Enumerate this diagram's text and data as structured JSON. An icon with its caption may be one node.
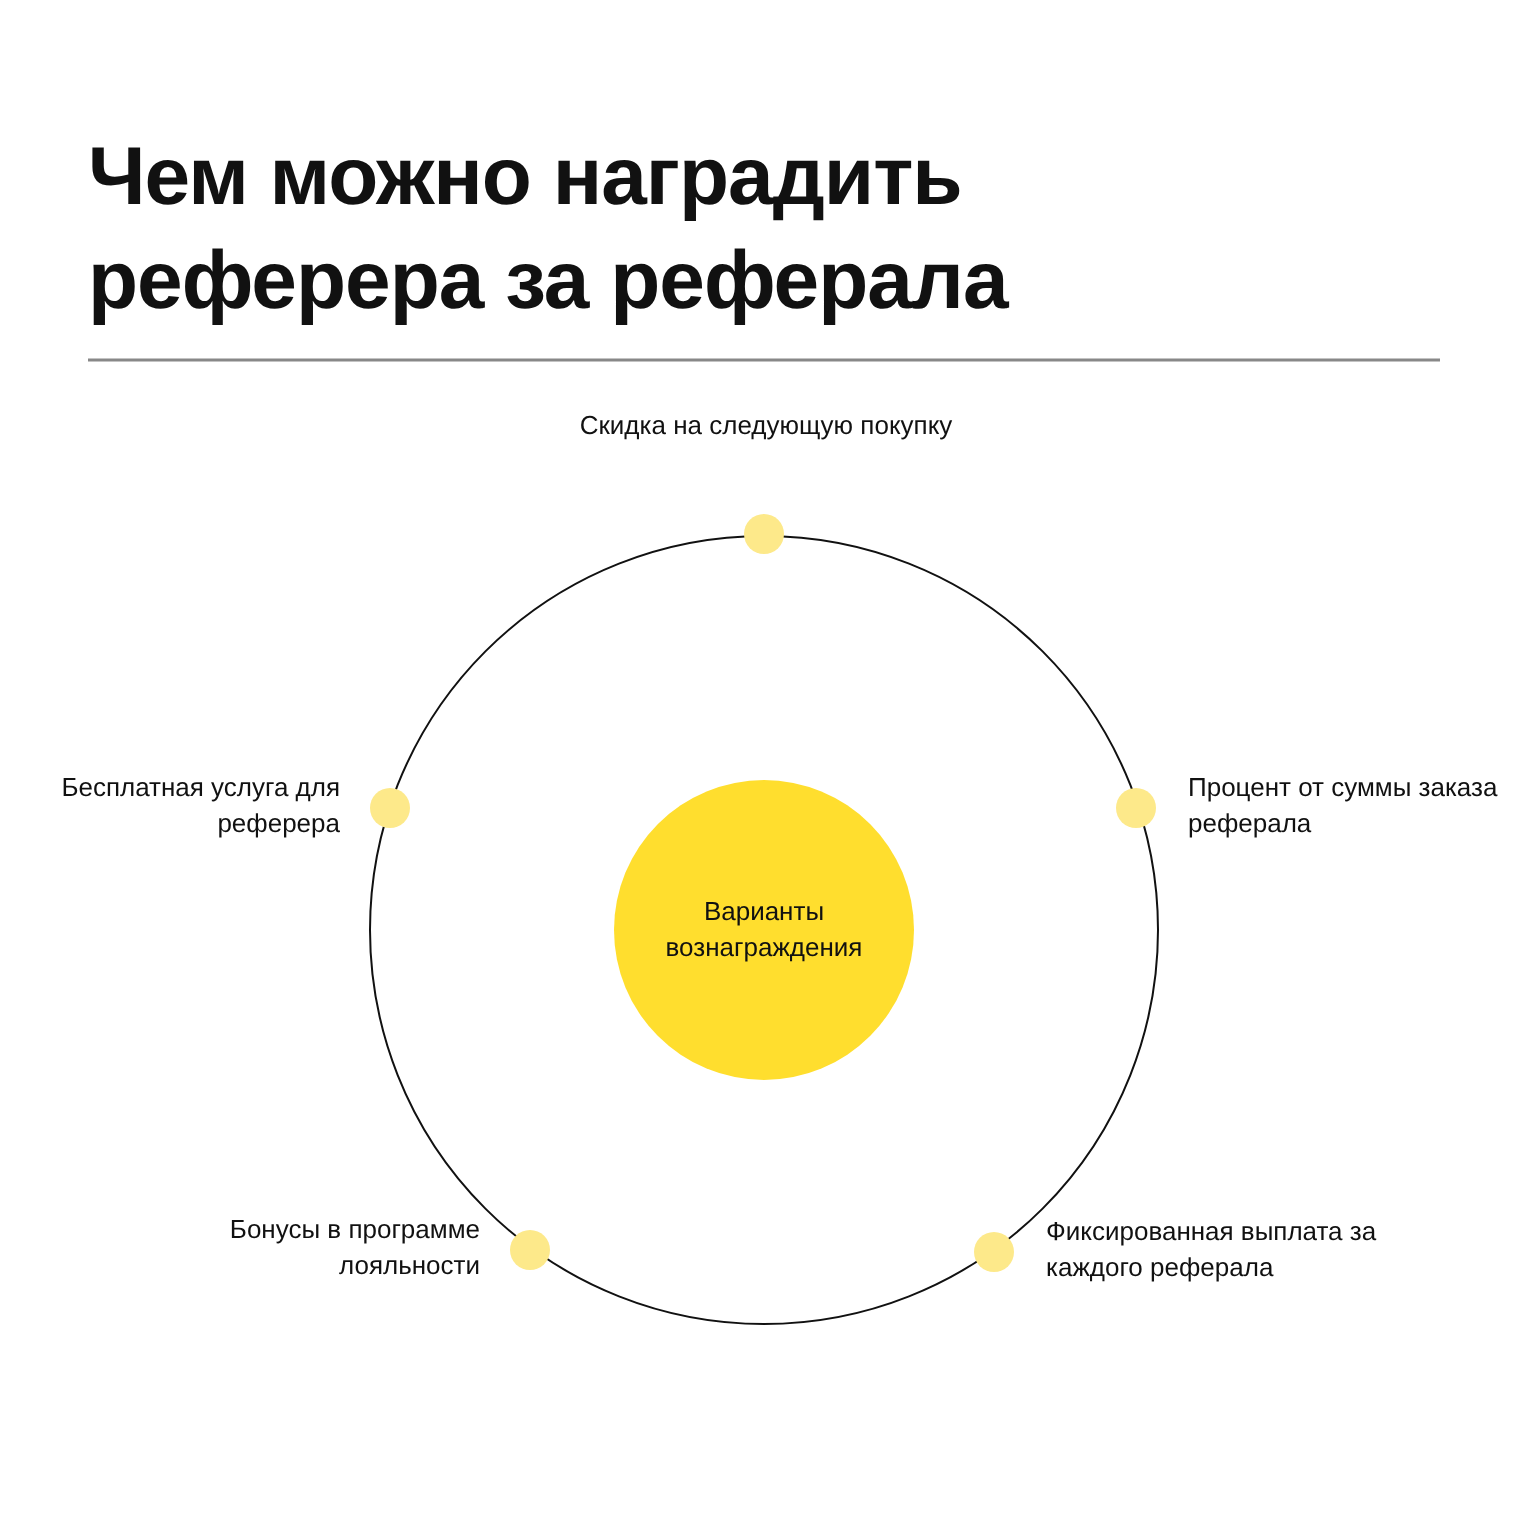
{
  "diagram": {
    "title": "Чем можно наградить реферера за реферала",
    "nodes": [
      {
        "text": [
          "Варианты вознаграждения"
        ]
      },
      {
        "text": [
          "Скидка на следующую покупку"
        ]
      },
      {
        "text": [
          "Процент от суммы заказа реферала"
        ]
      },
      {
        "text": [
          "Фиксированная выплата за каждого реферала"
        ]
      },
      {
        "text": [
          "Бонусы в программе лояльности"
        ]
      },
      {
        "text": [
          "Бесплатная услуга для реферера"
        ]
      }
    ]
  }
}
